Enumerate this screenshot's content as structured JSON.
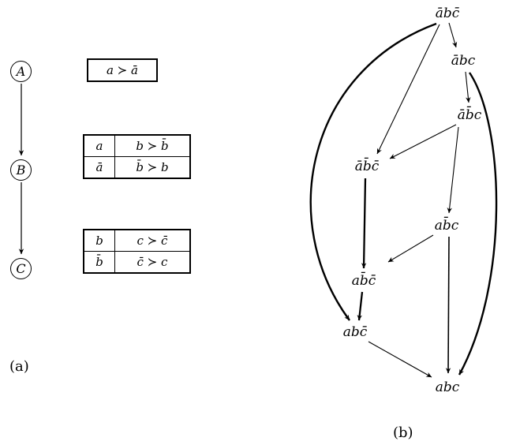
{
  "figure": {
    "sublabel_a": "(a)",
    "sublabel_b": "(b)"
  },
  "cpnet": {
    "node_a": "A",
    "node_b": "B",
    "node_c": "C",
    "cpt_a": {
      "pref": "a ≻ ā"
    },
    "cpt_b": {
      "rows": [
        [
          "a",
          "b ≻ b̄"
        ],
        [
          "ā",
          "b̄ ≻ b"
        ]
      ]
    },
    "cpt_c": {
      "rows": [
        [
          "b",
          "c ≻ c̄"
        ],
        [
          "b̄",
          "c̄ ≻ c"
        ]
      ]
    }
  },
  "graph": {
    "nodes": [
      {
        "id": "abar-b-cbar",
        "label": "ābc̄"
      },
      {
        "id": "abar-b-c",
        "label": "ābc"
      },
      {
        "id": "abar-bbar-c",
        "label": "āb̄c"
      },
      {
        "id": "abar-bbar-cbar",
        "label": "āb̄c̄"
      },
      {
        "id": "a-bbar-c",
        "label": "ab̄c"
      },
      {
        "id": "a-bbar-cbar",
        "label": "ab̄c̄"
      },
      {
        "id": "a-b-cbar",
        "label": "abc̄"
      },
      {
        "id": "a-b-c",
        "label": "abc"
      }
    ],
    "edges": [
      {
        "from": "ābc̄",
        "to": "ābc"
      },
      {
        "from": "ābc̄",
        "to": "āb̄c̄"
      },
      {
        "from": "ābc",
        "to": "āb̄c"
      },
      {
        "from": "āb̄c",
        "to": "āb̄c̄"
      },
      {
        "from": "āb̄c̄",
        "to": "ab̄c̄"
      },
      {
        "from": "āb̄c",
        "to": "ab̄c"
      },
      {
        "from": "ab̄c",
        "to": "ab̄c̄"
      },
      {
        "from": "ab̄c̄",
        "to": "abc̄"
      },
      {
        "from": "abc̄",
        "to": "abc"
      },
      {
        "from": "ab̄c",
        "to": "abc"
      },
      {
        "from": "ābc̄",
        "to": "abc̄"
      },
      {
        "from": "ābc",
        "to": "abc"
      }
    ]
  }
}
